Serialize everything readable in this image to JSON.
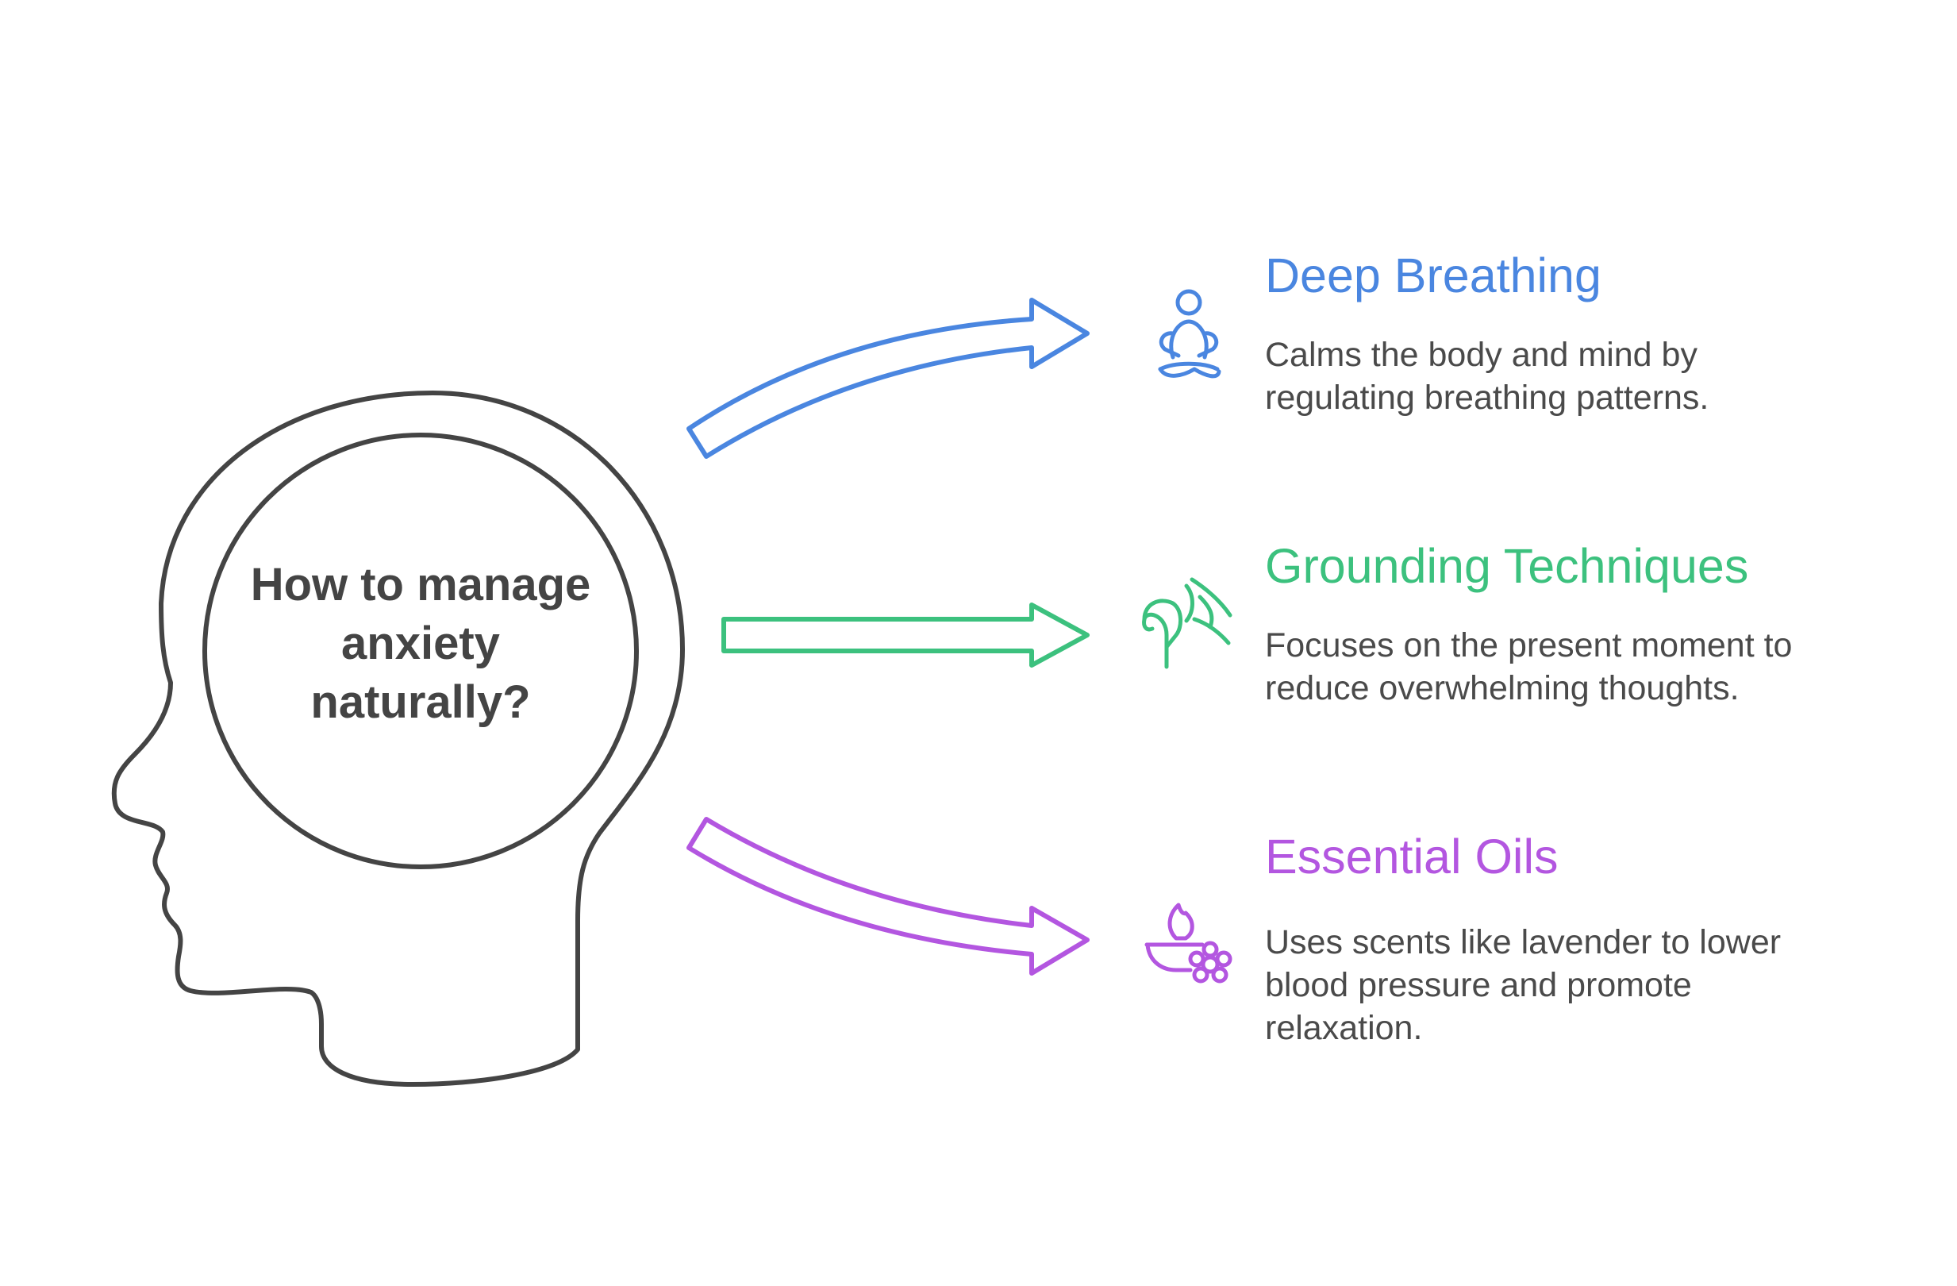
{
  "question": {
    "line1": "How to manage",
    "line2": "anxiety",
    "line3": "naturally?"
  },
  "colors": {
    "outline": "#444444",
    "text": "#4a4a4a",
    "blue": "#4a86e0",
    "green": "#3cc17e",
    "purple": "#b356e0"
  },
  "items": [
    {
      "title": "Deep Breathing",
      "desc_line1": "Calms the body and mind by",
      "desc_line2": "regulating breathing patterns.",
      "icon": "meditation-icon"
    },
    {
      "title": "Grounding Techniques",
      "desc_line1": "Focuses on the present moment to",
      "desc_line2": "reduce overwhelming thoughts.",
      "icon": "ear-sound-icon"
    },
    {
      "title": "Essential Oils",
      "desc_line1": "Uses scents like lavender to lower",
      "desc_line2": "blood pressure and promote",
      "desc_line3": "relaxation.",
      "icon": "oil-burner-flower-icon"
    }
  ]
}
